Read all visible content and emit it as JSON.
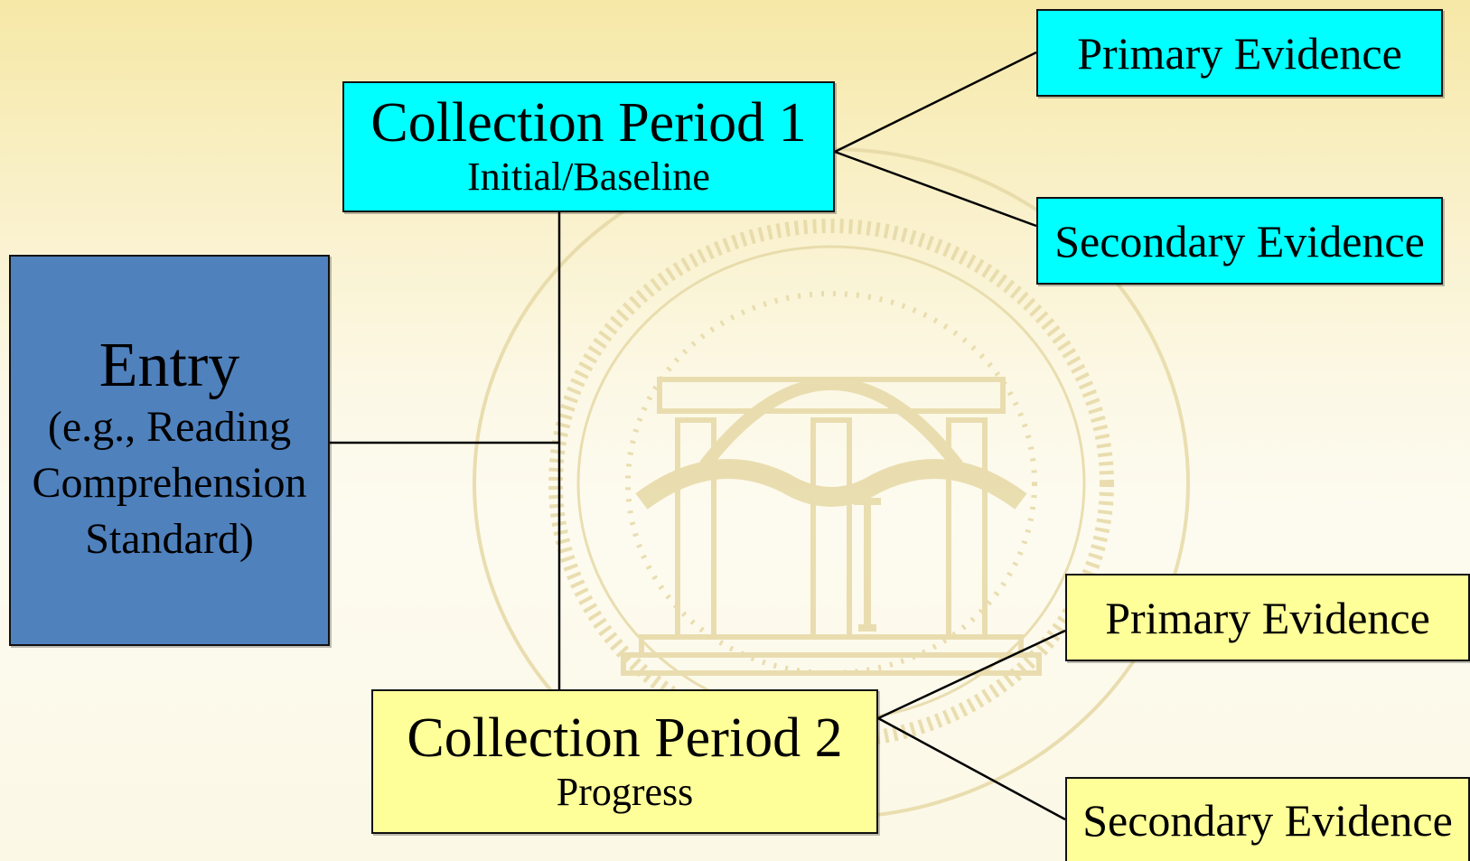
{
  "entry": {
    "title": "Entry",
    "subtitle_lines": [
      "(e.g., Reading",
      "Comprehension",
      "Standard)"
    ]
  },
  "period1": {
    "title": "Collection Period 1",
    "subtitle": "Initial/Baseline",
    "primary": "Primary Evidence",
    "secondary": "Secondary Evidence"
  },
  "period2": {
    "title": "Collection Period 2",
    "subtitle": "Progress",
    "primary": "Primary Evidence",
    "secondary": "Secondary Evidence"
  },
  "colors": {
    "entry": "#4f81bd",
    "period1": "#00ffff",
    "period2": "#ffff99"
  }
}
